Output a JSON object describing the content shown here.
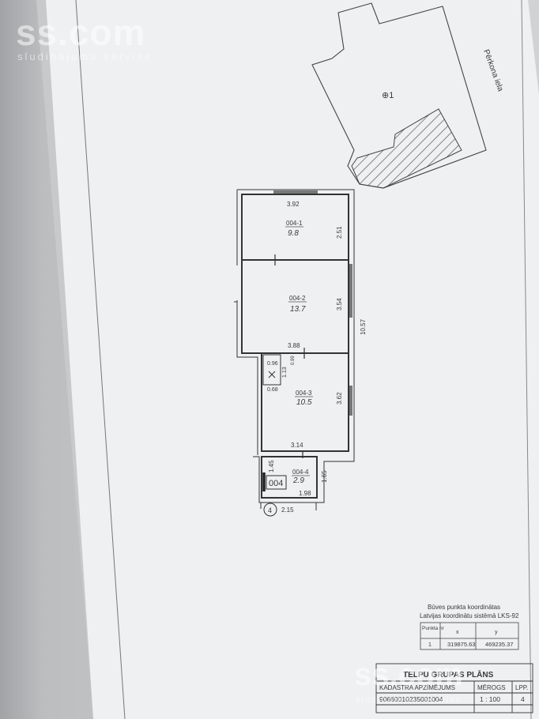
{
  "watermark": {
    "logo": "ss.com",
    "subtitle": "sludinājumu serviss"
  },
  "site_plan": {
    "street": "Pērkona iela",
    "building_marker": "⊕1"
  },
  "rooms": [
    {
      "id": "004-1",
      "area": "9.8",
      "width": "3.92",
      "depth": "2.51"
    },
    {
      "id": "004-2",
      "area": "13.7",
      "width": "3.88",
      "depth": "3.54"
    },
    {
      "id": "004-3",
      "area": "10.5",
      "width": "3.14",
      "depth": "3.62"
    },
    {
      "id": "004-4",
      "area": "2.9",
      "width": "1.98",
      "depth": "1.65"
    }
  ],
  "dimensions": {
    "total_length": "10.57",
    "closet_a": "0.96",
    "closet_b": "1.13",
    "closet_c": "0.99",
    "closet_d": "0.68",
    "entry_a": "1.45",
    "entry_b": "2.15"
  },
  "unit_label": "004",
  "entrance_marker": "4",
  "coordinates": {
    "title": "Būves punkta koordinātas",
    "subtitle": "Latvijas koordinātu sistēmā LKS-92",
    "headers": [
      "Punkta nr",
      "x",
      "y"
    ],
    "row": [
      "1",
      "319875.63",
      "469235.37"
    ]
  },
  "title_block": {
    "title": "TELPU GRUPAS PLĀNS",
    "cadastre_label": "KADASTRA APZĪMĒJUMS",
    "scale_label": "MĒROGS",
    "page_label": "LPP.",
    "cadastre_value": "90660010235001004",
    "scale_value": "1 : 100",
    "page_value": "4"
  }
}
